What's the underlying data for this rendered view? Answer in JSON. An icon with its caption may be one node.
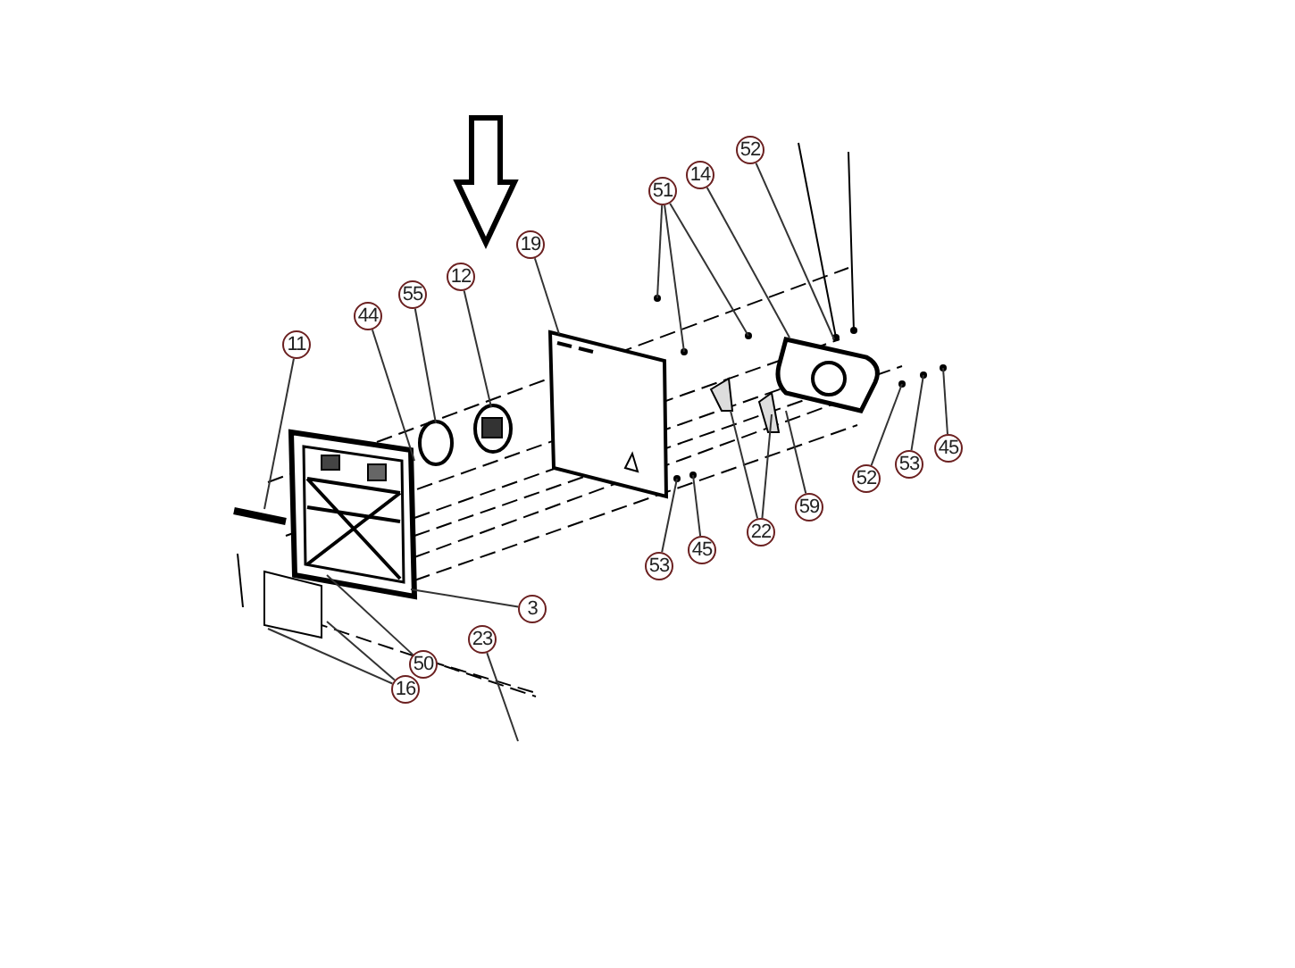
{
  "diagram": {
    "nodes": [
      {
        "text": [
          "11"
        ]
      },
      {
        "text": [
          "44"
        ]
      },
      {
        "text": [
          "55"
        ]
      },
      {
        "text": [
          "12"
        ]
      },
      {
        "text": [
          "19"
        ]
      },
      {
        "text": [
          "51"
        ]
      },
      {
        "text": [
          "14"
        ]
      },
      {
        "text": [
          "52"
        ]
      },
      {
        "text": [
          "52"
        ]
      },
      {
        "text": [
          "53"
        ]
      },
      {
        "text": [
          "45"
        ]
      },
      {
        "text": [
          "59"
        ]
      },
      {
        "text": [
          "22"
        ]
      },
      {
        "text": [
          "53"
        ]
      },
      {
        "text": [
          "45"
        ]
      },
      {
        "text": [
          "3"
        ]
      },
      {
        "text": [
          "50"
        ]
      },
      {
        "text": [
          "16"
        ]
      },
      {
        "text": [
          "23"
        ]
      }
    ],
    "edges": [
      {
        "from": 0,
        "to": null,
        "arrow": "none"
      },
      {
        "from": 1,
        "to": null,
        "arrow": "none"
      },
      {
        "from": 2,
        "to": null,
        "arrow": "none"
      },
      {
        "from": 3,
        "to": null,
        "arrow": "none"
      },
      {
        "from": 4,
        "to": null,
        "arrow": "none"
      },
      {
        "from": 5,
        "to": null,
        "arrow": "none"
      },
      {
        "from": 5,
        "to": null,
        "arrow": "none"
      },
      {
        "from": 5,
        "to": null,
        "arrow": "none"
      },
      {
        "from": 6,
        "to": null,
        "arrow": "none"
      },
      {
        "from": 7,
        "to": null,
        "arrow": "none"
      },
      {
        "from": 8,
        "to": null,
        "arrow": "none"
      },
      {
        "from": 9,
        "to": null,
        "arrow": "none"
      },
      {
        "from": 10,
        "to": null,
        "arrow": "none"
      },
      {
        "from": 11,
        "to": null,
        "arrow": "none"
      },
      {
        "from": 12,
        "to": null,
        "arrow": "none"
      },
      {
        "from": 12,
        "to": null,
        "arrow": "none"
      },
      {
        "from": 13,
        "to": null,
        "arrow": "none"
      },
      {
        "from": 14,
        "to": null,
        "arrow": "none"
      },
      {
        "from": 15,
        "to": null,
        "arrow": "none"
      },
      {
        "from": 16,
        "to": null,
        "arrow": "none"
      },
      {
        "from": 17,
        "to": null,
        "arrow": "none"
      },
      {
        "from": 17,
        "to": null,
        "arrow": "none"
      },
      {
        "from": 18,
        "to": null,
        "arrow": "none"
      }
    ]
  }
}
